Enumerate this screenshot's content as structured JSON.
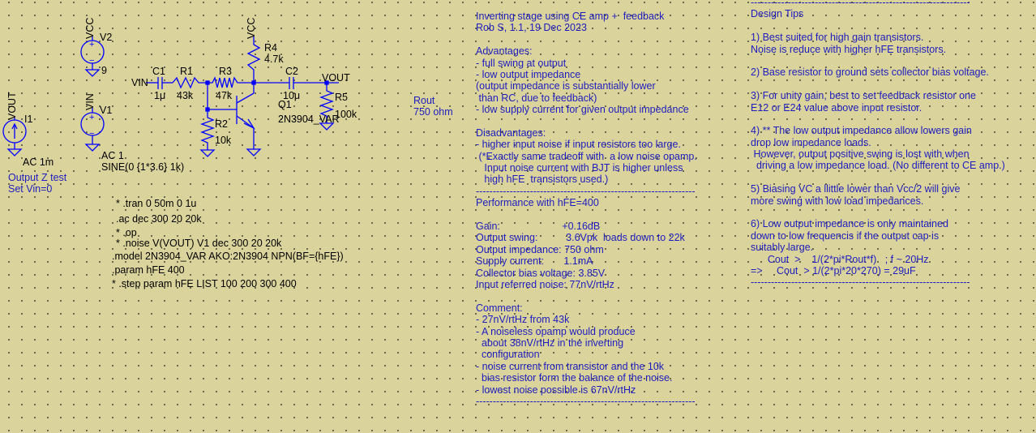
{
  "colors": {
    "background": "#dbd39c",
    "wire": "#0000ff",
    "text": "#000000",
    "comment": "#1d1dbf"
  },
  "schematic": {
    "v2": {
      "name": "V2",
      "value": "9",
      "net": "VCC"
    },
    "v1": {
      "name": "V1",
      "net": "VIN",
      "ac": "AC 1",
      "sine": "SINE(0 {1*3.6} 1k)"
    },
    "i1": {
      "name": "I1",
      "net": "VOUT",
      "ac": "AC 1m",
      "note1": "Output Z test",
      "note2": "Set Vin=0"
    },
    "vin_label": "VIN",
    "c1": {
      "name": "C1",
      "value": "1μ"
    },
    "r1": {
      "name": "R1",
      "value": "43k"
    },
    "r3": {
      "name": "R3",
      "value": "47k"
    },
    "r4": {
      "name": "R4",
      "value": "4.7k",
      "net": "VCC"
    },
    "r2": {
      "name": "R2",
      "value": "10k"
    },
    "c2": {
      "name": "C2",
      "value": "10μ"
    },
    "r5": {
      "name": "R5",
      "value": "100k"
    },
    "q1": {
      "name": "Q1",
      "model": "2N3904_VAR"
    },
    "vout_label": "VOUT",
    "rout1": "Rout",
    "rout2": "750 ohm"
  },
  "directives": [
    "* .tran 0 50m 0 1u",
    ".ac dec 300 20 20k",
    "* .op",
    "* .noise V(VOUT) V1 dec 300 20 20k",
    ".model 2N3904_VAR AKO:2N3904 NPN(BF={hFE})",
    ".param hFE 400",
    "* .step param hFE LIST 100 200 300 400"
  ],
  "notes": [
    "Inverting stage using CE amp +  feedback",
    "Rob S, 1.1, 19 Dec 2023",
    "",
    "Advantages:",
    "- full swing at output",
    "- low output impedance",
    "(output impedance is substantially lower",
    " than RC, due to feedback)",
    "- low supply current for given output impedance",
    "",
    "Disadvantages:",
    "- higher input noise if input resistors too large.",
    " (*Exactly same tradeoff with  a low noise opamp.",
    "   Input noise current with BJT is higher unless",
    "   high hFE  transistors used.)",
    "-----------------------------------------------------------------",
    "Performance with hFE=400",
    "",
    "Gain:                      +0.16dB",
    "Output swing:          3.6Vpk  loads down to 22k",
    "Output impedance: 750 ohm",
    "Supply current:       1.1mA",
    "Collector bias voltage: 3.85V",
    "Input referred noise: 77nV/rtHz",
    "",
    "Comment:",
    "- 27nV/rtHz from 43k",
    "- A noiseless opamp would produce",
    "  about 38nV/rtHz in the inverting",
    "  configuration",
    "- noise current from transistor and the 10k",
    "  bias resistor form the balance of the noise.",
    "- lowest noise possible is 67nV/rtHz",
    "-----------------------------------------------------------------"
  ],
  "tips": [
    "-----------------------------------------------------------------",
    "Design Tips",
    "",
    "1) Best suited for high gain transistors.",
    "Noise is reduce with higher hFE transistors.",
    "",
    "2) Base resistor to ground sets collector bias voltage.",
    "",
    "3) For unity gain, best to set feedback resistor one",
    "E12 or E24 value above input resistor.",
    "",
    "4) ** The low output impedance allow lowers gain",
    "drop low impedance loads.",
    " However, output positive swing is lost with when",
    "  driving a low impedance load. (No different to CE amp.)",
    "",
    "5) Biasing VC a llittle lower than Vcc/2 will give",
    "more swing with low load impedances.",
    "",
    "6) Low output impedance is only maintained",
    "down to low frequencis if the output cap is",
    "suitably large.",
    "      Cout  >    1/(2*pi*Rout*f)   ; f ~ 20Hz",
    "=>     Cout  > 1/(2*pi*20*270) = 29uF",
    "-----------------------------------------------------------------"
  ]
}
